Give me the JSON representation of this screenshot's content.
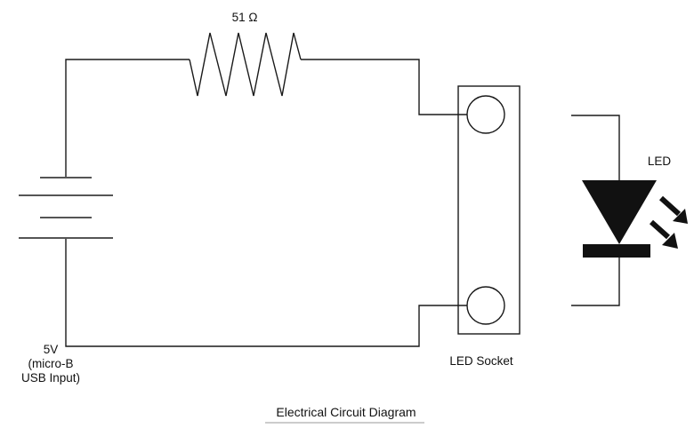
{
  "diagram": {
    "caption": "Electrical Circuit Diagram",
    "resistor_label": "51 Ω",
    "source_label_lines": [
      "5V",
      "(micro-B",
      "USB Input)"
    ],
    "socket_label": "LED Socket",
    "led_label": "LED",
    "components": [
      {
        "type": "dc-source",
        "label": "5V (micro-B USB Input)"
      },
      {
        "type": "resistor",
        "value": "51 Ω"
      },
      {
        "type": "led-socket",
        "pins": 2
      },
      {
        "type": "led"
      }
    ],
    "colors": {
      "line": "#1a1a1a",
      "battery_plates": "#555555",
      "caption_rule": "#999999"
    }
  }
}
